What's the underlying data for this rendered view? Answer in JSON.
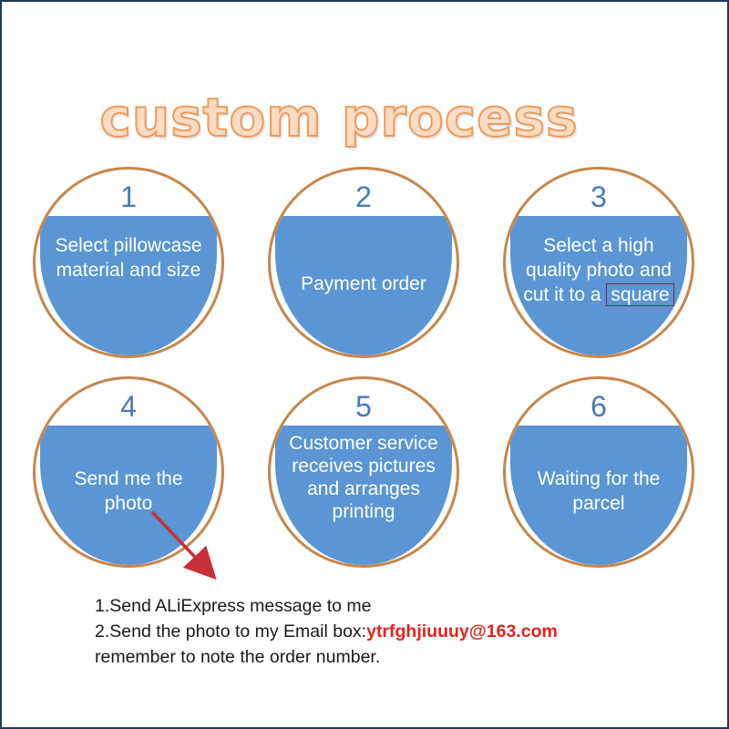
{
  "title": "custom process",
  "colors": {
    "title_fill": "#fbdcc4",
    "title_outline": "#ef9a5c",
    "circle_ring": "#c8864b",
    "circle_fill": "#5b95d3",
    "number": "#4a7bb5",
    "email": "#e3231c",
    "arrow": "#c8303a"
  },
  "steps": [
    {
      "number": "1",
      "label": "Select pillowcase material and size"
    },
    {
      "number": "2",
      "label": "Payment order"
    },
    {
      "number": "3",
      "label_pre": "Select a high quality photo and cut it to a",
      "label_highlight": "square"
    },
    {
      "number": "4",
      "label": "Send me the photo"
    },
    {
      "number": "5",
      "label": "Customer service receives pictures and arranges printing"
    },
    {
      "number": "6",
      "label": "Waiting for the parcel"
    }
  ],
  "notes": {
    "line1": "1.Send ALiExpress message to me",
    "line2_prefix": "2.Send the photo to my Email box:",
    "email": "ytrfghjiuuuy@163.com",
    "line3": "remember to note the order number."
  }
}
